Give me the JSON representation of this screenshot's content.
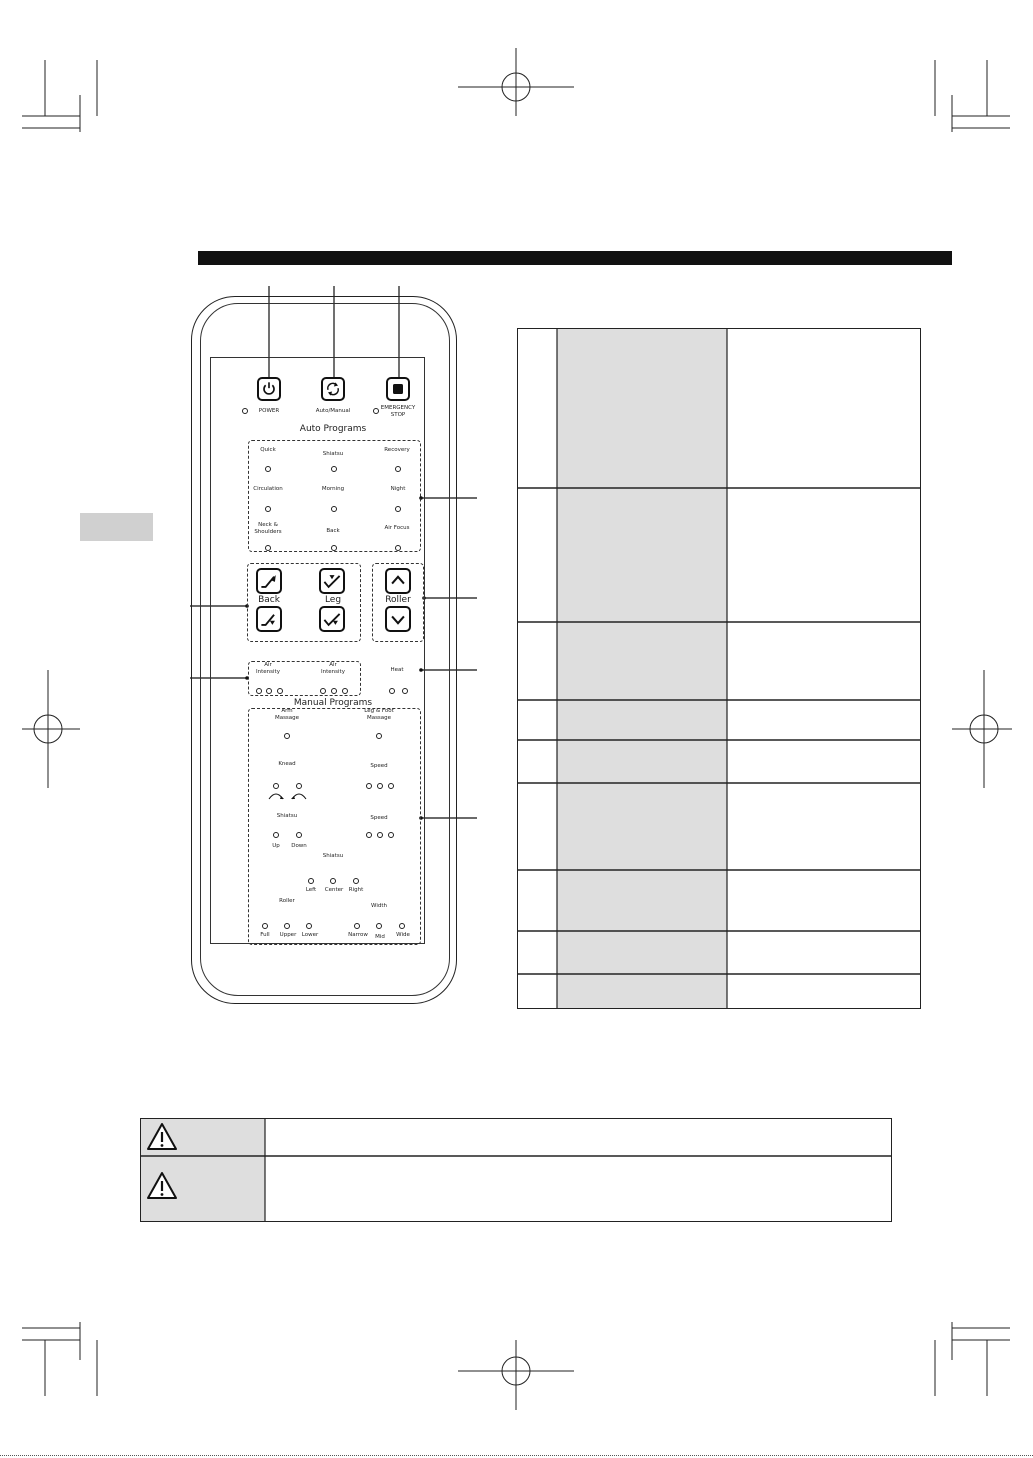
{
  "remote": {
    "power_label": "POWER",
    "auto_manual_label": "Auto/Manual",
    "emergency_label": "EMERGENCY\nSTOP",
    "auto_programs_title": "Auto Programs",
    "auto_programs": [
      {
        "label": "Quick"
      },
      {
        "label": "Shiatsu"
      },
      {
        "label": "Recovery"
      },
      {
        "label": "Circulation"
      },
      {
        "label": "Morning"
      },
      {
        "label": "Night"
      },
      {
        "label": "Neck &\nShoulders"
      },
      {
        "label": "Back"
      },
      {
        "label": "Air Focus"
      }
    ],
    "back_label": "Back",
    "leg_label": "Leg",
    "roller_label": "Roller",
    "air_intensity_label": "Air\nIntensity",
    "air_intensity_label_2": "Air\nIntensity",
    "heat_label": "Heat",
    "manual_programs_title": "Manual Programs",
    "arm_massage_label": "Arm\nMassage",
    "leg_foot_massage_label": "Leg & Foot\nMassage",
    "knead_label": "Knead",
    "speed_label_1": "Speed",
    "shiatsu_label": "Shiatsu",
    "speed_label_2": "Speed",
    "up_label": "Up",
    "down_label": "Down",
    "shiatsu_center_label": "Shiatsu",
    "left_label": "Left",
    "center_label": "Center",
    "right_label": "Right",
    "roller_label_2": "Roller",
    "width_label": "Width",
    "full_label": "Full",
    "upper_label": "Upper",
    "lower_label": "Lower",
    "narrow_label": "Narrow",
    "mid_label": "Mid",
    "wide_label": "Wide"
  },
  "colors": {
    "header_bar": "#111111",
    "table_shade": "#dedede",
    "side_tab": "#d0d0d0"
  },
  "icons": [
    "power-icon",
    "auto-manual-icon",
    "stop-icon",
    "back-up-icon",
    "back-down-icon",
    "leg-up-icon",
    "leg-down-icon",
    "roller-up-icon",
    "roller-down-icon",
    "warning-icon",
    "crop-mark-icon",
    "registration-mark-icon"
  ]
}
